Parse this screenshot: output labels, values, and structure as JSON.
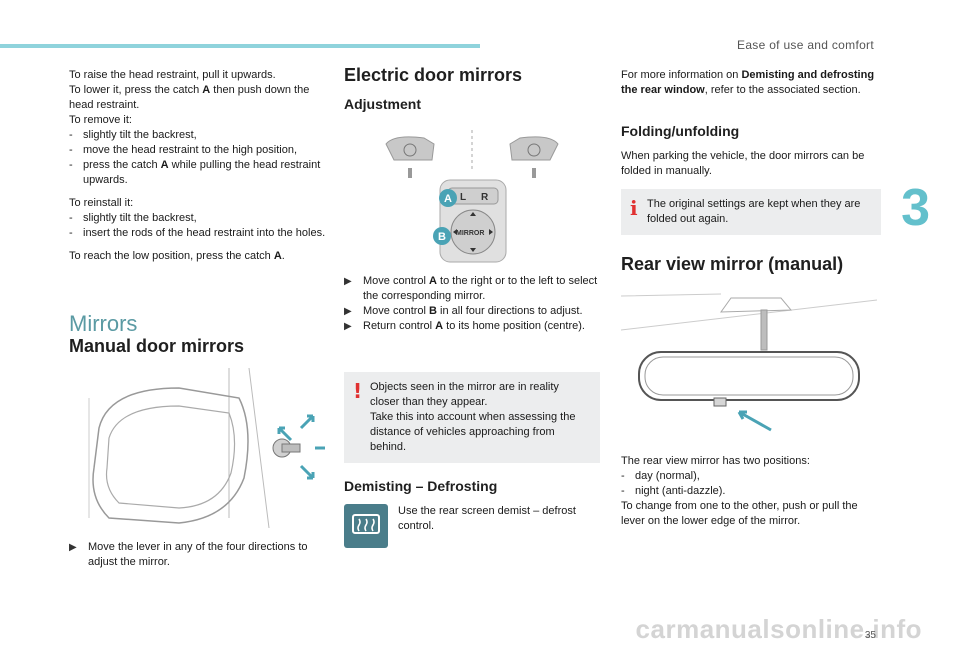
{
  "header": {
    "section": "Ease of use and comfort",
    "chapter": "3",
    "page": "35",
    "watermark": "carmanualsonline.info"
  },
  "col1": {
    "p1_lines": [
      "To raise the head restraint, pull it upwards.",
      "To remove it:"
    ],
    "p1_lower_pre": "To lower it, press the catch ",
    "p1_lower_bold": "A",
    "p1_lower_post": " then push down the head restraint.",
    "remove_steps": [
      "slightly tilt the backrest,",
      "move the head restraint to the high position,"
    ],
    "remove_step3_pre": "press the catch ",
    "remove_step3_bold": "A",
    "remove_step3_post": " while pulling the head restraint upwards.",
    "reinstall_title": "To reinstall it:",
    "reinstall_steps": [
      "slightly tilt the backrest,",
      "insert the rods of the head restraint into the holes."
    ],
    "low_pre": "To reach the low position, press the catch ",
    "low_bold": "A",
    "low_post": ".",
    "mirrors_heading": "Mirrors",
    "manual_heading": "Manual door mirrors",
    "manual_instruction": "Move the lever in any of the four directions to adjust the mirror."
  },
  "col2": {
    "electric_heading": "Electric door mirrors",
    "adjustment_heading": "Adjustment",
    "illus_labels": {
      "a": "A",
      "b": "B",
      "l": "L",
      "r": "R",
      "mirror": "MIRROR"
    },
    "steps": [
      {
        "pre": "Move control ",
        "bold": "A",
        "post": " to the right or to the left to select the corresponding mirror."
      },
      {
        "pre": "Move control ",
        "bold": "B",
        "post": " in all four directions to adjust."
      },
      {
        "pre": "Return control ",
        "bold": "A",
        "post": " to its home position (centre)."
      }
    ],
    "warning_lines": [
      "Objects seen in the mirror are in reality closer than they appear.",
      "Take this into account when assessing the distance of vehicles approaching from behind."
    ],
    "demisting_heading": "Demisting – Defrosting",
    "demisting_text": "Use the rear screen demist – defrost control."
  },
  "col3": {
    "more_pre": "For more information on ",
    "more_bold": "Demisting and defrosting the rear window",
    "more_post": ", refer to the associated section.",
    "folding_heading": "Folding/unfolding",
    "folding_text": "When parking the vehicle, the door mirrors can be folded in manually.",
    "info_text": "The original settings are kept when they are folded out again.",
    "rear_heading": "Rear view mirror (manual)",
    "rear_intro": "The rear view mirror has two positions:",
    "rear_positions": [
      "day (normal),",
      "night (anti-dazzle)."
    ],
    "rear_change": "To change from one to the other, push or pull the lever on the lower edge of the mirror."
  }
}
